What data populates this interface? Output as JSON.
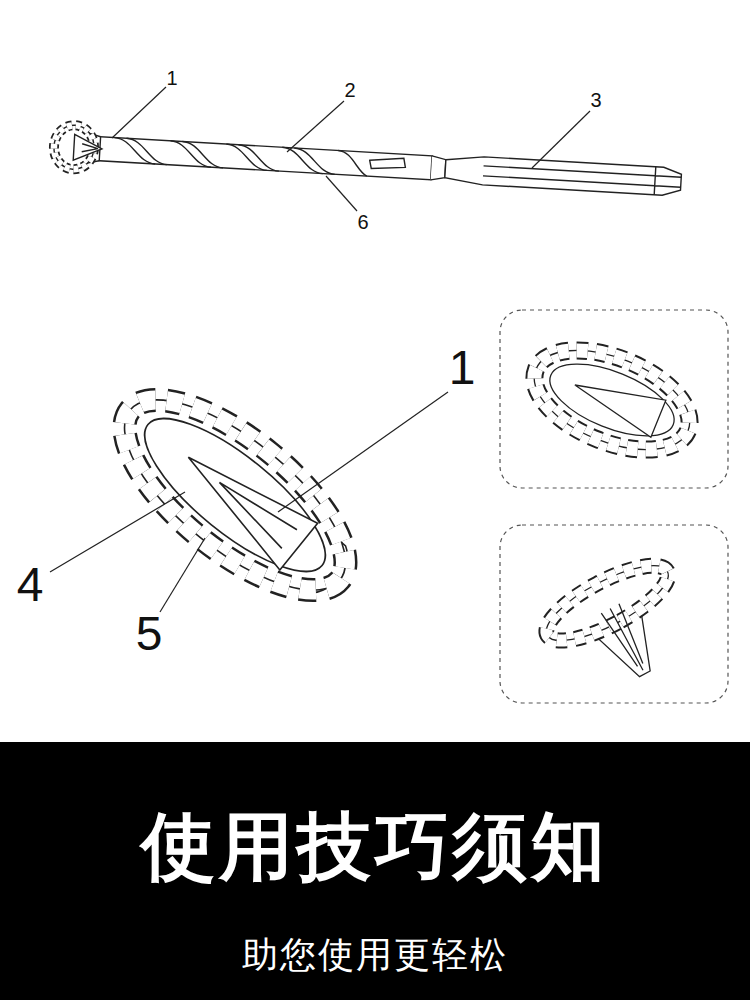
{
  "diagram": {
    "nodes": [
      {
        "text": [
          "使用技巧须知",
          "助您使用更轻松"
        ]
      }
    ],
    "labels": [
      "1",
      "2",
      "3",
      "6",
      "1",
      "4",
      "5"
    ]
  }
}
